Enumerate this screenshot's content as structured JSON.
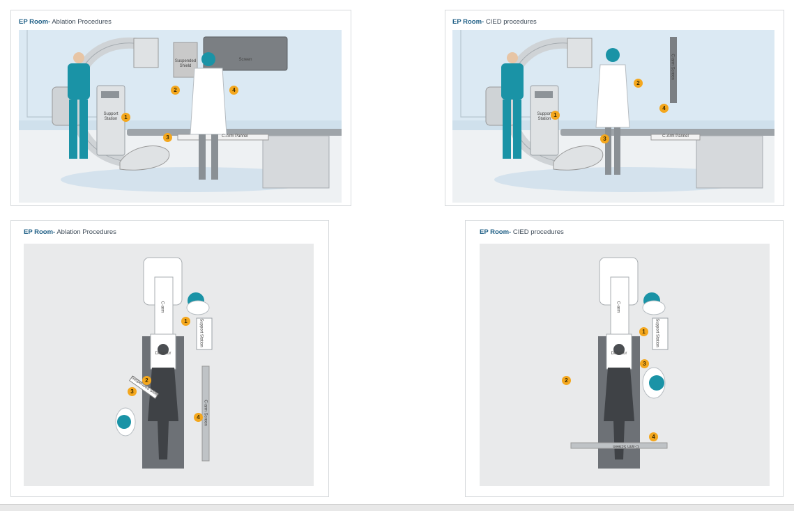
{
  "panels": {
    "top_left": {
      "title_bold": "EP Room-",
      "title_rest": " Ablation Procedures",
      "labels": {
        "suspended_shield": "Suspended Shield",
        "screen": "Screen",
        "support_station": "Support Station",
        "carm_pannel": "C-Arm Pannel"
      },
      "markers": [
        "1",
        "2",
        "3",
        "4"
      ]
    },
    "top_right": {
      "title_bold": "EP Room-",
      "title_rest": " CIED procedures",
      "labels": {
        "support_station": "Support Station",
        "carm_pannel": "C-Arm Pannel",
        "carm_screen": "C-arm Screen"
      },
      "markers": [
        "1",
        "2",
        "3",
        "4"
      ]
    },
    "bottom_left": {
      "title_bold": "EP Room-",
      "title_rest": " Ablation Procedures",
      "labels": {
        "carm": "C-arm",
        "support_station": "Support Station",
        "detector": "Detector",
        "suspended_shield": "Suspended Shield",
        "carm_screen": "C-arm Screen"
      },
      "markers": [
        "1",
        "2",
        "3",
        "4"
      ]
    },
    "bottom_right": {
      "title_bold": "EP Room-",
      "title_rest": " CIED procedures",
      "labels": {
        "carm": "C-arm",
        "support_station": "Support Station",
        "detector": "Detector",
        "carm_screen": "C-arm Screen"
      },
      "markers": [
        "1",
        "2",
        "3",
        "4"
      ]
    }
  },
  "colors": {
    "accent_marker": "#f4a71d",
    "title_bold": "#1f5f86",
    "scrub_teal": "#1a93a6",
    "floor_blue": "#c9dcea"
  }
}
